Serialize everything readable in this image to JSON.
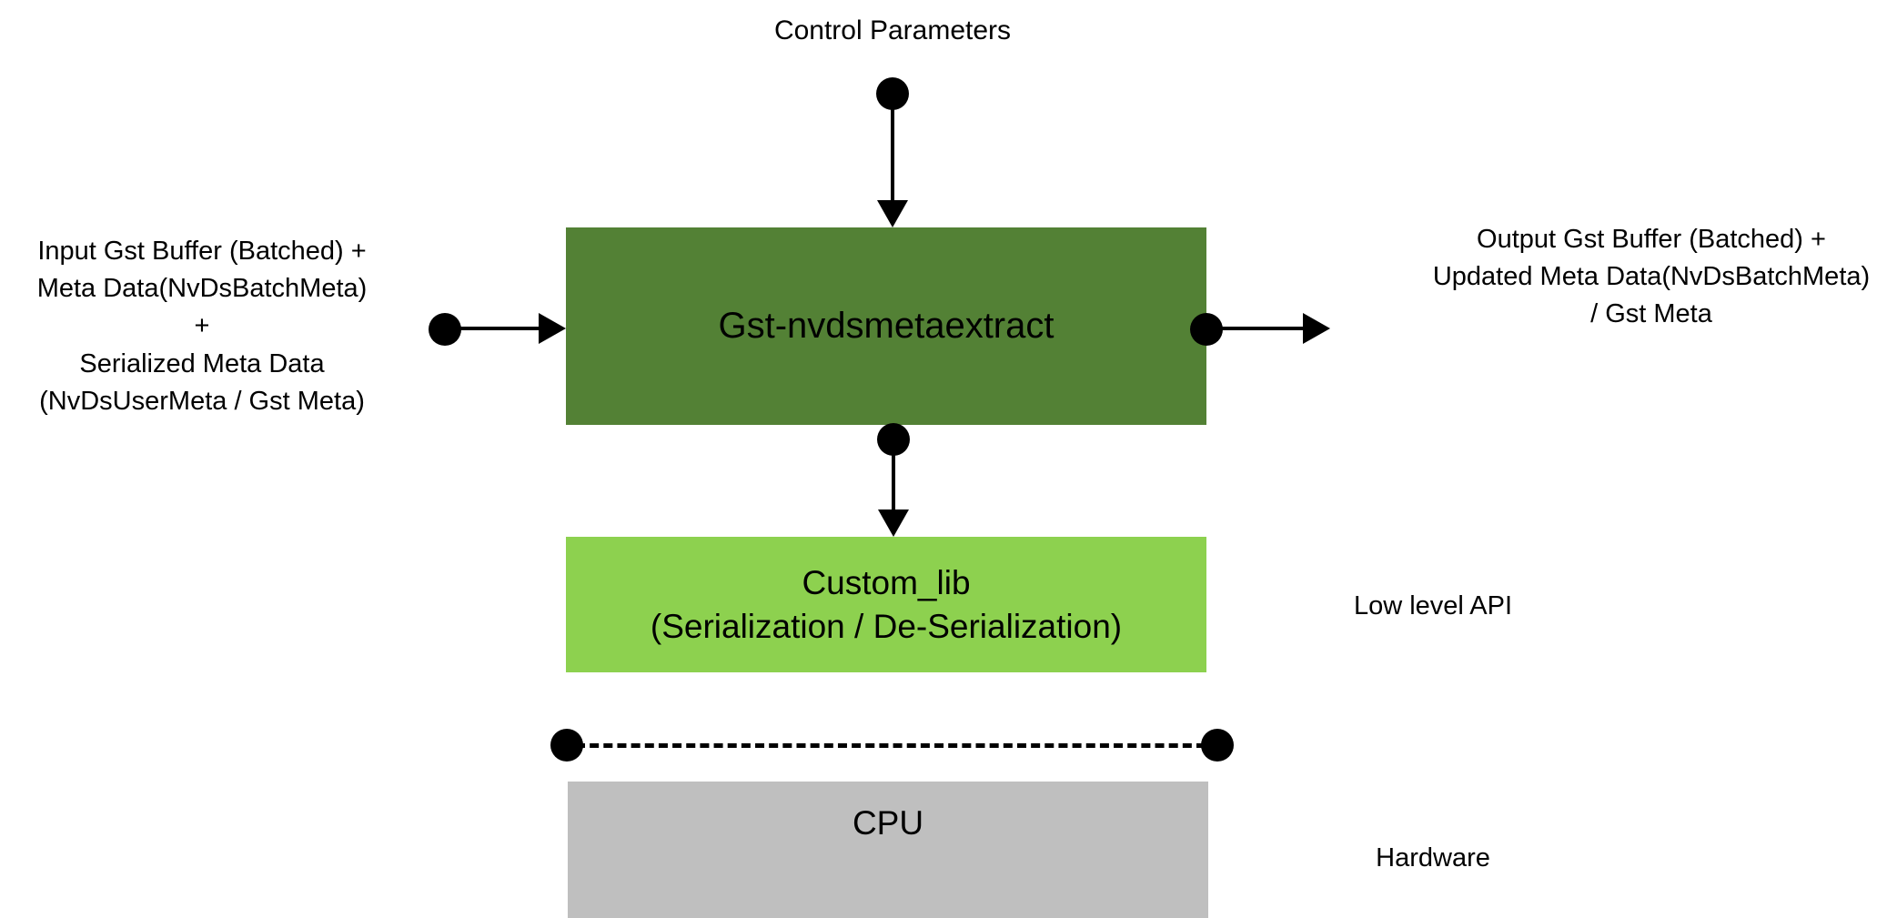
{
  "diagram": {
    "title": "Gst-nvdsmetaextract plugin block diagram",
    "background_color": "#FFFFFF",
    "colors": {
      "plugin_box": "#538135",
      "low_level_api_box": "#8DD14F",
      "hardware_box": "#BFBFBF",
      "connector": "#000000"
    },
    "labels": {
      "control_parameters": "Control Parameters",
      "input": "Input Gst Buffer (Batched) +\nMeta Data(NvDsBatchMeta)\n+\nSerialized Meta Data\n(NvDsUserMeta / Gst Meta)",
      "output": "Output Gst Buffer (Batched) +\nUpdated Meta Data(NvDsBatchMeta)\n/ Gst Meta",
      "low_level_api": "Low level API",
      "hardware": "Hardware"
    },
    "boxes": {
      "plugin": {
        "name": "Gst-nvdsmetaextract",
        "line1": "Gst-nvdsmetaextract"
      },
      "custom_lib": {
        "line1": "Custom_lib",
        "line2": "(Serialization / De-Serialization)"
      },
      "hardware": {
        "line1": "CPU"
      }
    },
    "connectors": [
      {
        "id": "control-parameters-arrow",
        "from": "Control Parameters",
        "to": "Gst-nvdsmetaextract",
        "style": "solid-arrow-down"
      },
      {
        "id": "input-arrow",
        "from": "Input Gst Buffer",
        "to": "Gst-nvdsmetaextract",
        "style": "solid-arrow-right"
      },
      {
        "id": "output-arrow",
        "from": "Gst-nvdsmetaextract",
        "to": "Output Gst Buffer",
        "style": "solid-arrow-right"
      },
      {
        "id": "customlib-arrow",
        "from": "Gst-nvdsmetaextract",
        "to": "Custom_lib",
        "style": "solid-arrow-down"
      },
      {
        "id": "hardware-link",
        "from": "Custom_lib",
        "to": "CPU",
        "style": "dashed-line"
      }
    ]
  }
}
